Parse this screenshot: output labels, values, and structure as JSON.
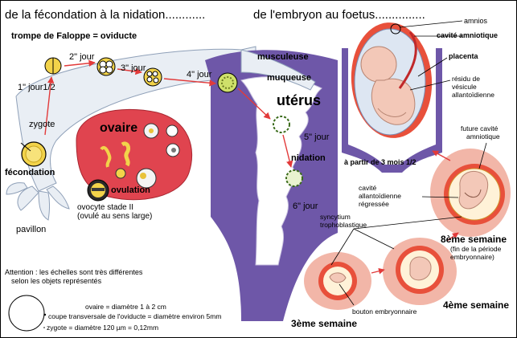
{
  "title": {
    "left": "de la fécondation à la nidation............",
    "right": "de l'embryon au foetus..............."
  },
  "tube": "trompe de Faloppe = oviducte",
  "days": {
    "d1": "1\" jour1/2",
    "d2": "2\" jour",
    "d3": "3\" jour",
    "d4": "4\" jour",
    "d5": "5\" jour",
    "d6": "6\" jour"
  },
  "uterus": {
    "muscle": "musculeuse",
    "mucosa": "muqueuse",
    "name": "utérus",
    "nidation": "nidation"
  },
  "ovary": {
    "name": "ovaire",
    "ovulation": "ovulation",
    "oocyte1": "ovocyte stade II",
    "oocyte2": "(ovulé au sens large)",
    "zygote": "zygote",
    "fecondation": "fécondation",
    "pavillon": "pavillon"
  },
  "fetus": {
    "amnios": "amnios",
    "cavity": "cavité amniotique",
    "placenta": "placenta",
    "residue1": "résidu de",
    "residue2": "vésicule",
    "residue3": "allantoïdienne",
    "months": "à partir de 3 mois 1/2"
  },
  "embryo": {
    "future1": "future cavité",
    "future2": "amniotique",
    "allant1": "cavité",
    "allant2": "allantoïdienne",
    "allant3": "régressée",
    "sync1": "syncytium",
    "sync2": "trophoblastique",
    "w8": "8ème semaine",
    "w8n1": "(fin de la période",
    "w8n2": "embryonnaire)",
    "w4": "4ème semaine",
    "w3": "3ème semaine",
    "button": "bouton embryonnaire"
  },
  "note": {
    "l1": "Attention : les échelles sont très différentes",
    "l2": "selon les objets représentés"
  },
  "scale": {
    "ovary": "ovaire = diamètre 1 à 2 cm",
    "tube1": "coupe transversale de l'oviducte = diamètre environ 5mm",
    "zygote": "zygote = diamètre 120 µm = 0,12mm"
  },
  "colors": {
    "tube": "#e9eef4",
    "ovary": "#e0444f",
    "muscle": "#6e57a8",
    "mucosa": "#ffffff",
    "placenta": "#e8503b",
    "cell": "#f2d34a",
    "fetus": "#f3c8b8",
    "arrow": "#e23a3a"
  }
}
